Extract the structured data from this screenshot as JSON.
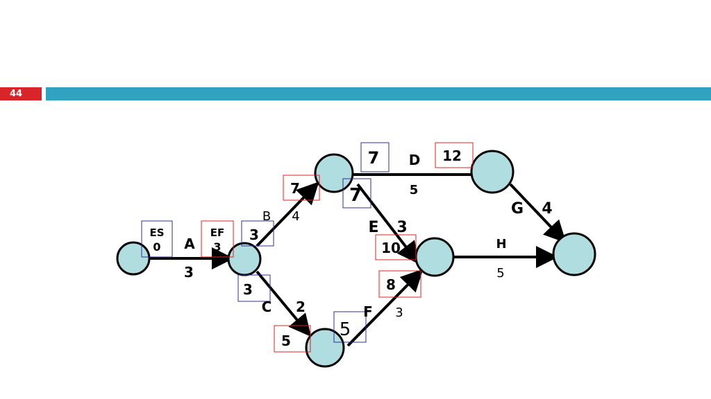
{
  "slide": {
    "number": "44"
  },
  "colors": {
    "accent_bar": "#31a2c0",
    "slide_number_bg": "#d9252a",
    "node_fill": "#b0dde0",
    "es_text": "#2e3092",
    "ef_text": "#e02020"
  },
  "activities": [
    {
      "id": "A",
      "duration": "3"
    },
    {
      "id": "B",
      "duration": "4"
    },
    {
      "id": "C",
      "duration": "2"
    },
    {
      "id": "D",
      "duration": "5"
    },
    {
      "id": "E",
      "duration": "3"
    },
    {
      "id": "F",
      "duration": "3"
    },
    {
      "id": "G",
      "duration": "4"
    },
    {
      "id": "H",
      "duration": "5"
    }
  ],
  "time_boxes": [
    {
      "activity": "A",
      "kind": "ES",
      "label": "ES",
      "value": "0"
    },
    {
      "activity": "A",
      "kind": "EF",
      "label": "EF",
      "value": "3"
    },
    {
      "activity": "B",
      "kind": "ES",
      "value": "3"
    },
    {
      "activity": "B",
      "kind": "EF",
      "value": "7"
    },
    {
      "activity": "C",
      "kind": "ES",
      "value": "3"
    },
    {
      "activity": "C",
      "kind": "EF",
      "value": "5"
    },
    {
      "activity": "D",
      "kind": "ES",
      "value": "7"
    },
    {
      "activity": "D",
      "kind": "EF",
      "value": "12"
    },
    {
      "activity": "E",
      "kind": "ES",
      "value": "7"
    },
    {
      "activity": "E",
      "kind": "EF",
      "value": "10"
    },
    {
      "activity": "F",
      "kind": "ES",
      "value": "5"
    },
    {
      "activity": "F",
      "kind": "EF",
      "value": "8"
    }
  ]
}
